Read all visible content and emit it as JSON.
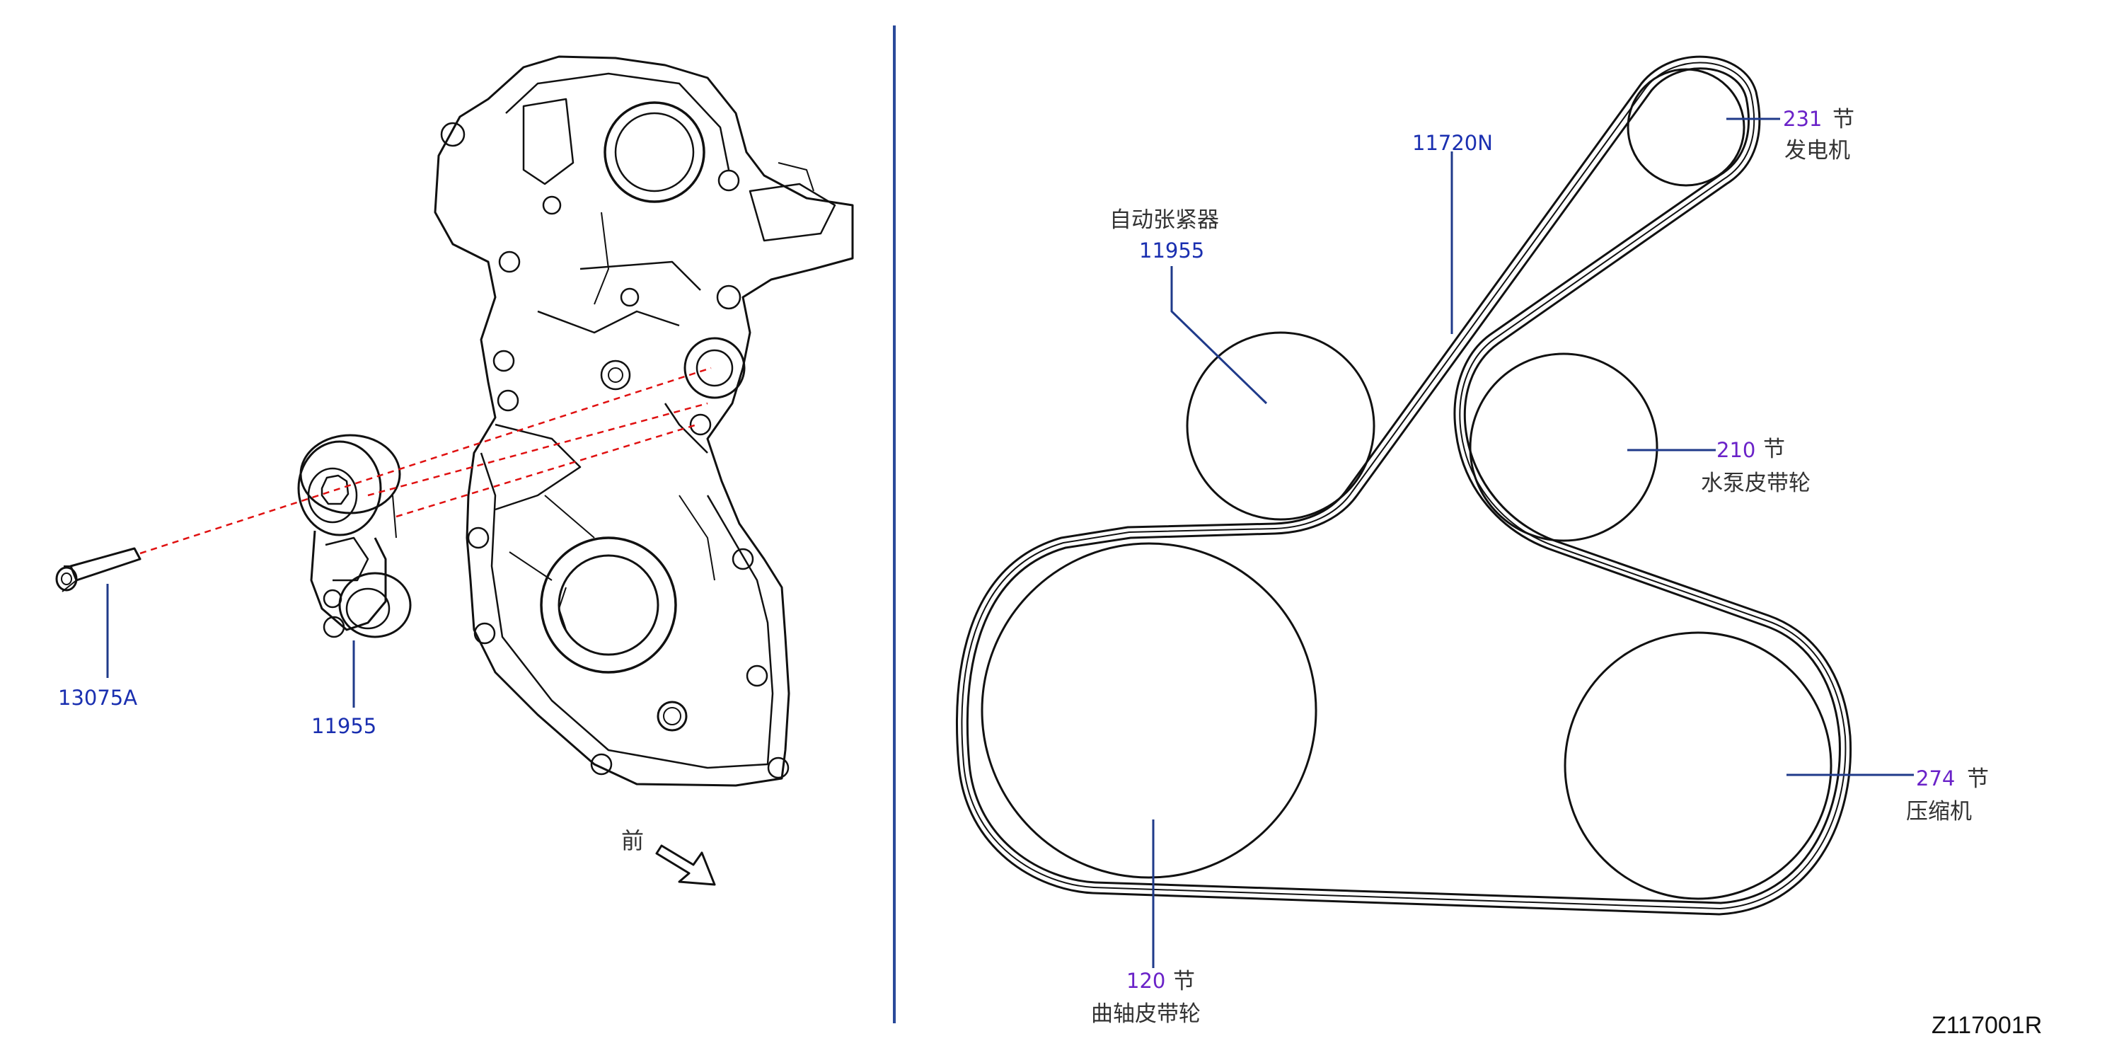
{
  "colors": {
    "part_number": "#1a2fb0",
    "count": "#6a22c8",
    "leader": "#1f3a8a",
    "divider": "#2a4a9a",
    "line": "#111111",
    "dashed": "#e01010"
  },
  "left_panel": {
    "bolt_part_no": "13075A",
    "tensioner_part_no": "11955",
    "front_label": "前"
  },
  "right_panel": {
    "belt_part_no": "11720N",
    "tensioner": {
      "name": "自动张紧器",
      "part_no": "11955"
    },
    "alternator": {
      "count": "231",
      "unit": "节",
      "name": "发电机"
    },
    "water_pump": {
      "count": "210",
      "unit": "节",
      "name": "水泵皮带轮"
    },
    "compressor": {
      "count": "274",
      "unit": "节",
      "name": "压缩机"
    },
    "crankshaft": {
      "count": "120",
      "unit": "节",
      "name": "曲轴皮带轮"
    }
  },
  "diagram_code": "Z117001R"
}
